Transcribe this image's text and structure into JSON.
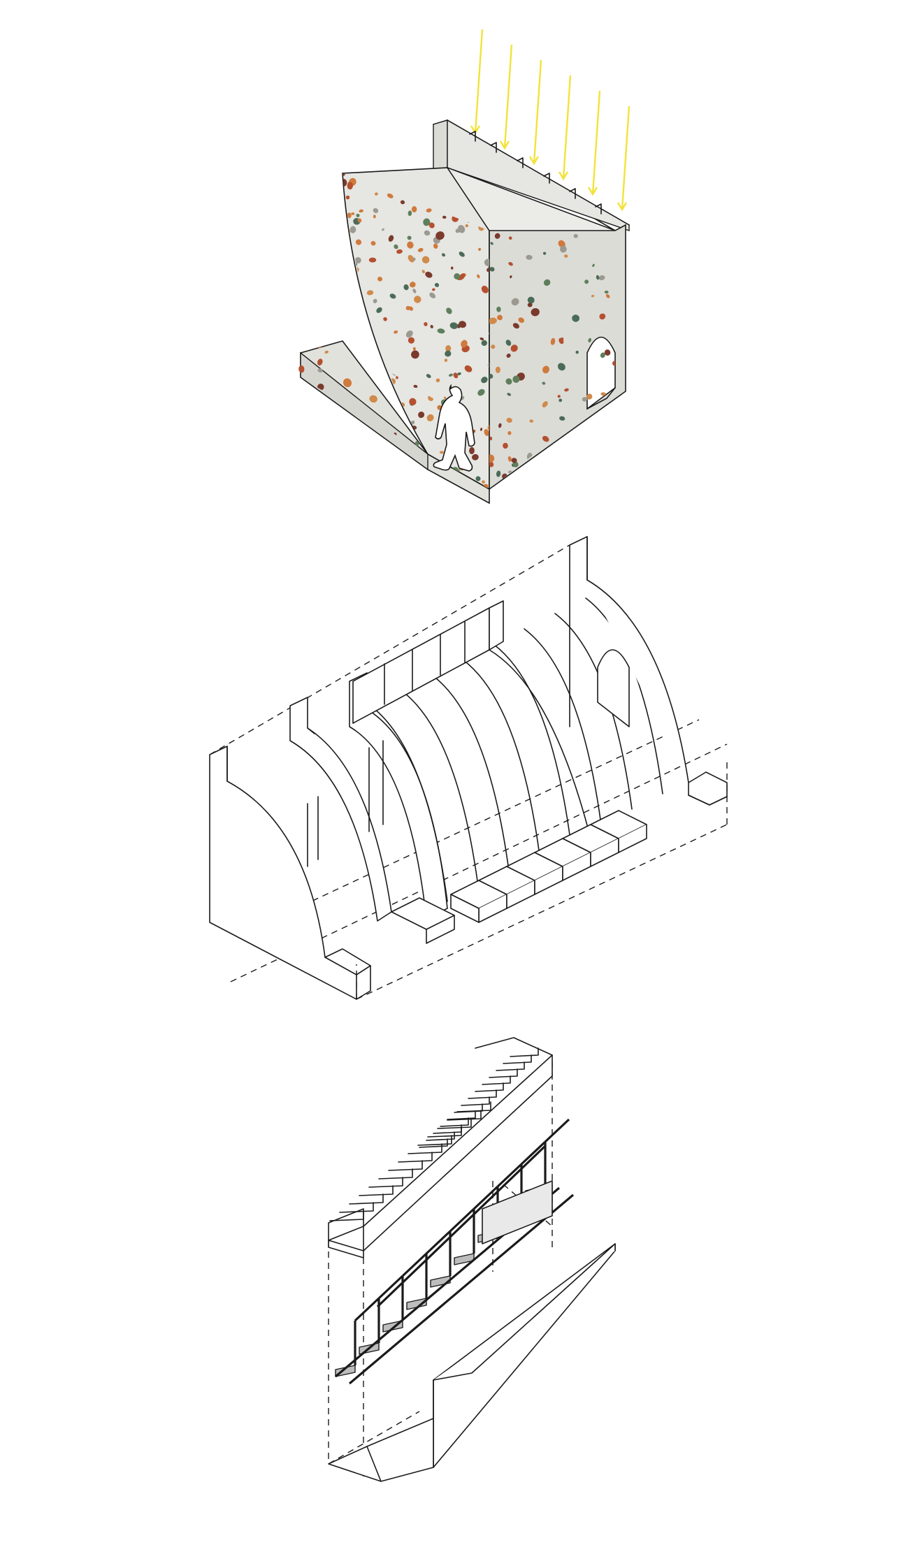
{
  "colors": {
    "background": "#ffffff",
    "ink": "#1a1a1a",
    "terrazzo_base": "#e6e6e2",
    "terrazzo_shade": "#d9d9d4",
    "sun_arrows": "#f2e33a",
    "chips": [
      "#b4502f",
      "#cf7a3c",
      "#5f7f5c",
      "#7a3a2c",
      "#9c9a90",
      "#d08a4a",
      "#4b6b57"
    ]
  },
  "icons": {
    "sun_rays": "arrow-down-icon",
    "scale_figure": "person-silhouette-icon"
  },
  "diagram": {
    "views": [
      "terrazzo-vault-axonometric",
      "exploded-arch-ribs",
      "exploded-stair-framing"
    ],
    "sun_ray_count": 6,
    "rib_count": 8
  }
}
